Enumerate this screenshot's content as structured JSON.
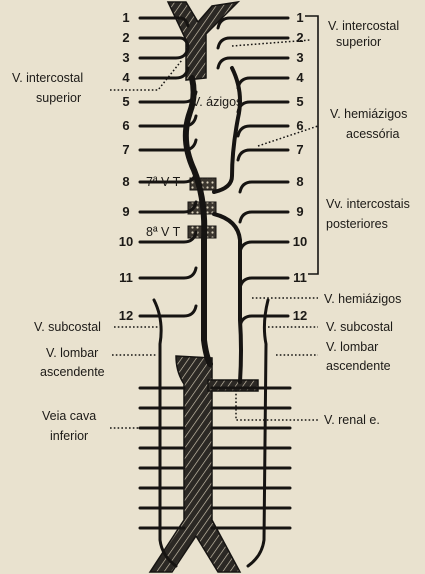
{
  "left_numbers": [
    "1",
    "2",
    "3",
    "4",
    "5",
    "6",
    "7",
    "8",
    "9",
    "10",
    "11",
    "12"
  ],
  "right_numbers": [
    "1",
    "2",
    "3",
    "4",
    "5",
    "6",
    "7",
    "8",
    "9",
    "10",
    "11",
    "12"
  ],
  "labels": {
    "intercostal_sup_right_line1": "V. intercostal",
    "intercostal_sup_right_line2": "superior",
    "intercostal_sup_left_line1": "V. intercostal",
    "intercostal_sup_left_line2": "superior",
    "azigos": "V. ázigos",
    "hemiazigos_acessoria_line1": "V. hemiázigos",
    "hemiazigos_acessoria_line2": "acessória",
    "intercostais_posteriores_line1": "Vv. intercostais",
    "intercostais_posteriores_line2": "posteriores",
    "vt7": "7ª V T",
    "vt8": "8ª V T",
    "hemiazigos": "V. hemiázigos",
    "subcostal_left": "V. subcostal",
    "subcostal_right": "V. subcostal",
    "lombar_asc_left_line1": "V. lombar",
    "lombar_asc_left_line2": "ascendente",
    "lombar_asc_right_line1": "V. lombar",
    "lombar_asc_right_line2": "ascendente",
    "cava_inferior_line1": "Veia cava",
    "cava_inferior_line2": "inferior",
    "renal": "V. renal e."
  }
}
